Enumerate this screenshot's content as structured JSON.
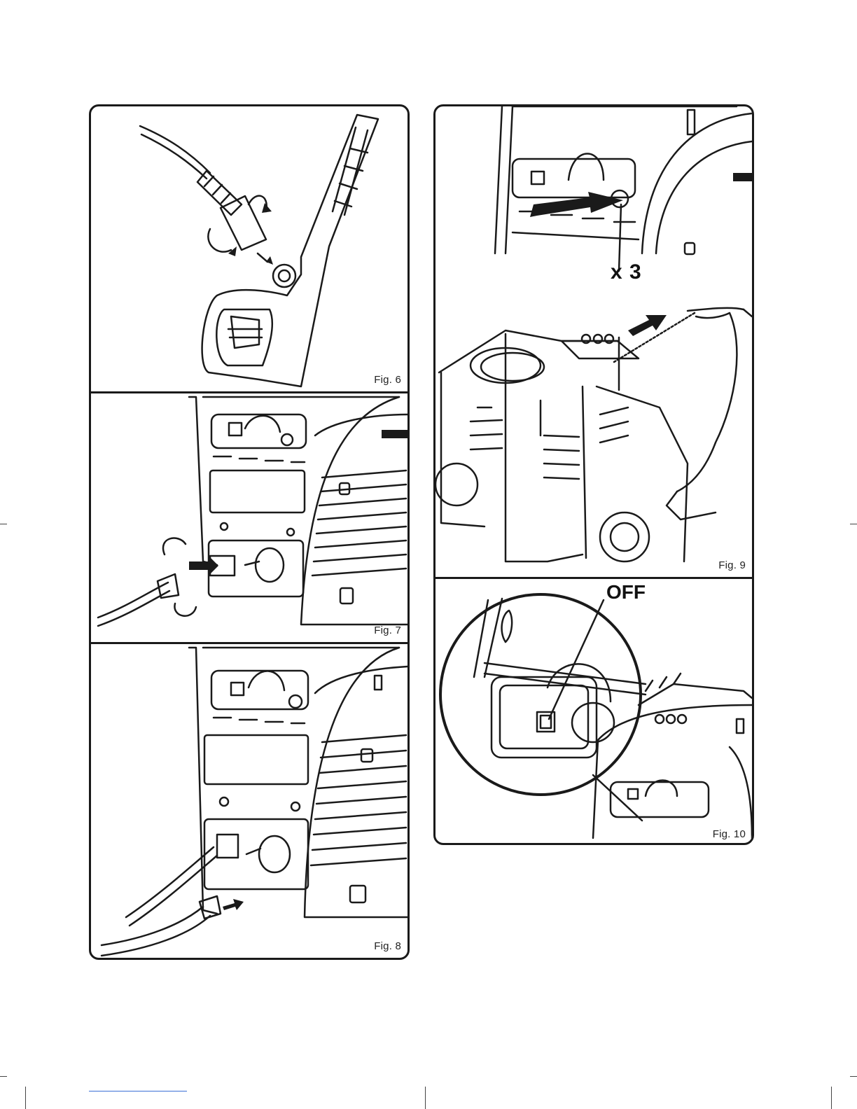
{
  "figures": [
    {
      "id": "fig6",
      "label": "Fig. 6"
    },
    {
      "id": "fig7",
      "label": "Fig. 7"
    },
    {
      "id": "fig8",
      "label": "Fig. 8"
    },
    {
      "id": "fig9",
      "label": "Fig. 9",
      "callout": "x 3"
    },
    {
      "id": "fig10",
      "label": "Fig. 10",
      "callout": "OFF"
    }
  ],
  "colors": {
    "line": "#1a1a1a",
    "background": "#ffffff",
    "accent_line": "#3b6fd6"
  }
}
